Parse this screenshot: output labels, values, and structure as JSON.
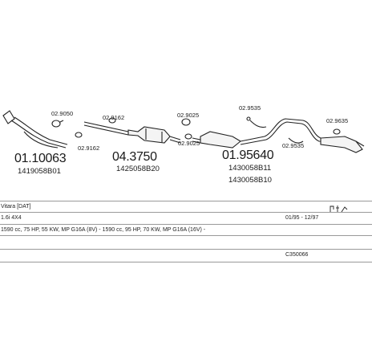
{
  "parts": {
    "p1_num": "01.10063",
    "p1_ref": "1419058B01",
    "p2_num": "04.3750",
    "p2_ref": "1425058B20",
    "p3_num": "01.95640",
    "p3_ref_a": "1430058B11",
    "p3_ref_b": "1430058B10"
  },
  "clamps": {
    "c1": "02.9050",
    "c2": "02.9162",
    "c3": "02.9162",
    "c4": "02.9025",
    "c5": "02.9025",
    "c6": "02.9535",
    "c7": "02.9635",
    "c8": "02.9535"
  },
  "info": {
    "vehicle": "Vitara [DAT]",
    "engine": "1.6i 4X4",
    "years": "01/95 - 12/97",
    "spec": "1590 cc, 75 HP, 55 KW, MP G16A (8V) - 1590 cc, 95 HP, 70 KW, MP G16A (16V) -",
    "code": "C350066"
  }
}
